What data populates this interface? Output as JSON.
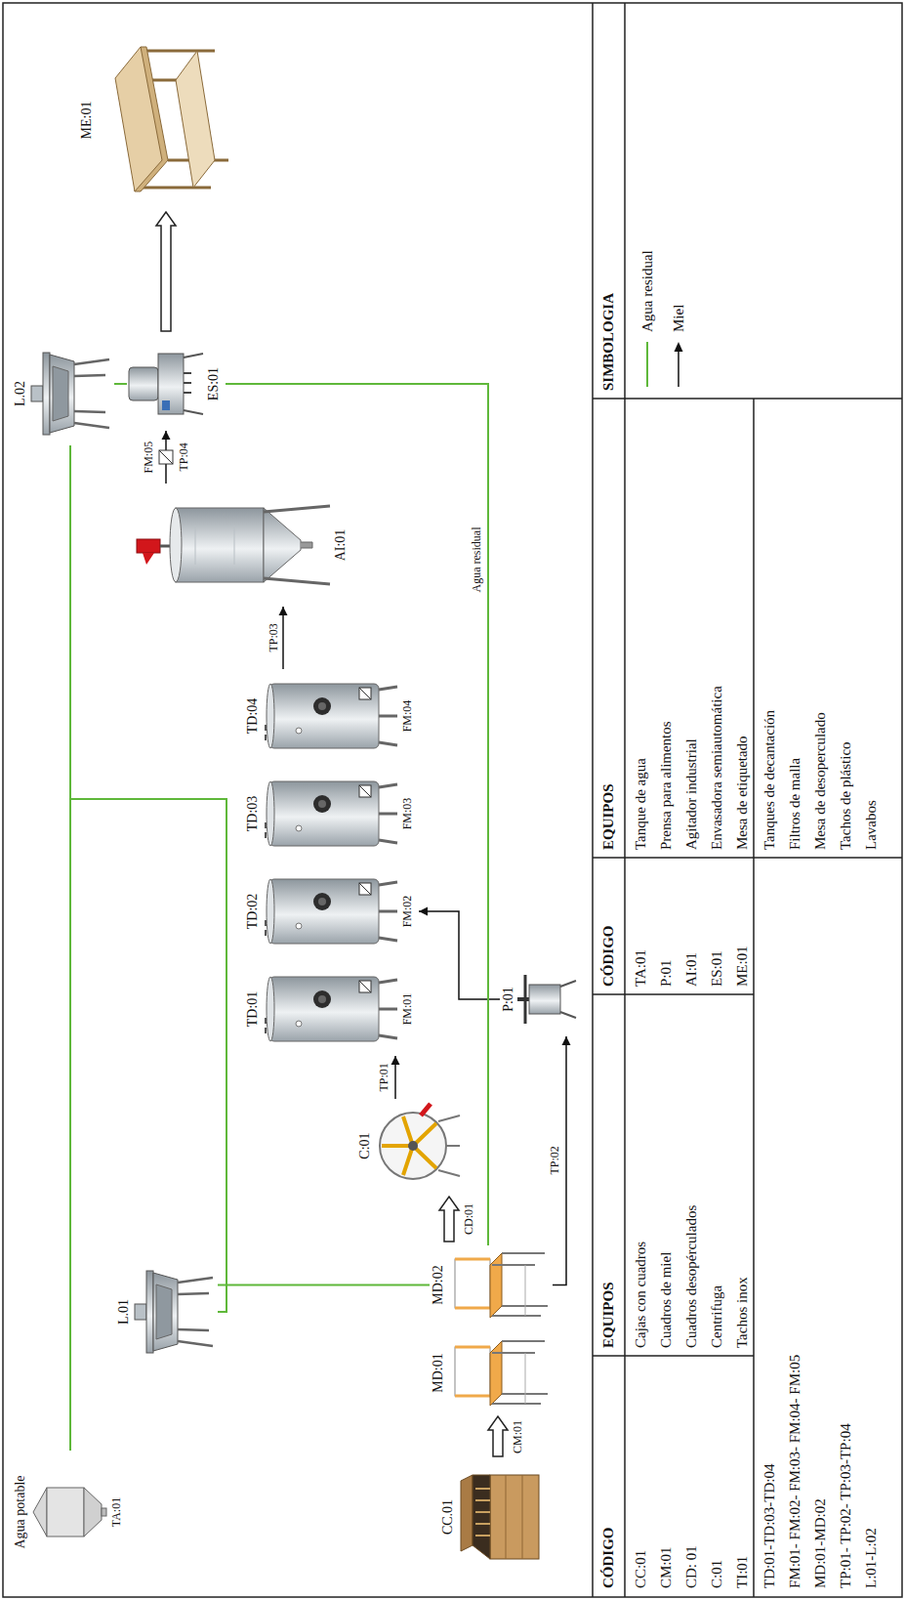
{
  "diagram": {
    "nodes": [
      {
        "text": [
          "Agua potable",
          "TA:01"
        ]
      },
      {
        "text": [
          "L.01"
        ]
      },
      {
        "text": [
          "CC.01"
        ]
      },
      {
        "text": [
          "MD:01"
        ]
      },
      {
        "text": [
          "MD:02"
        ]
      },
      {
        "text": [
          "C:01"
        ]
      },
      {
        "text": [
          "TD:01",
          "FM:01"
        ]
      },
      {
        "text": [
          "TD:02",
          "FM:02"
        ]
      },
      {
        "text": [
          "TD:03",
          "FM:03"
        ]
      },
      {
        "text": [
          "TD:04",
          "FM:04"
        ]
      },
      {
        "text": [
          "P:01"
        ]
      },
      {
        "text": [
          "AI:01"
        ]
      },
      {
        "text": [
          "L.02"
        ]
      },
      {
        "text": [
          "ES:01"
        ]
      },
      {
        "text": [
          "ME:01"
        ]
      }
    ],
    "edges": [
      {
        "from": 2,
        "to": 3,
        "arrow": "to",
        "label": "CM:01"
      },
      {
        "from": 4,
        "to": 5,
        "arrow": "to",
        "label": "CD:01"
      },
      {
        "from": 5,
        "to": 6,
        "arrow": "to",
        "label": "TP:01"
      },
      {
        "from": 4,
        "to": 10,
        "arrow": "to",
        "label": "TP:02"
      },
      {
        "from": 10,
        "to": 7,
        "arrow": "to"
      },
      {
        "from": 9,
        "to": 11,
        "arrow": "to",
        "label": "TP:03"
      },
      {
        "from": 11,
        "to": 13,
        "arrow": "to",
        "label": "TP:04"
      },
      {
        "from": 13,
        "to": 14,
        "arrow": "to"
      },
      {
        "from": 0,
        "to": 1,
        "arrow": "none"
      },
      {
        "from": 0,
        "to": 12,
        "arrow": "none"
      },
      {
        "from": 1,
        "to": 4,
        "arrow": "none"
      },
      {
        "from": 12,
        "to": 13,
        "arrow": "none"
      },
      {
        "from": 4,
        "to": 13,
        "arrow": "none",
        "label": "Agua residual"
      }
    ],
    "labels": [
      "FM:05",
      "CÓDIGO",
      "EQUIPOS",
      "CÓDIGO",
      "EQUIPOS",
      "SIMBOLOGIA",
      "CC:01",
      "CM:01",
      "CD: 01",
      "C:01",
      "TI:01",
      "Cajas con cuadros",
      "Cuadros de miel",
      "Cuadros desopérculados",
      "Centrifuga",
      "Tachos inox",
      "TA:01",
      "P:01",
      "AI:01",
      "ES:01",
      "ME:01",
      "Tanque de agua",
      "Prensa para alimentos",
      "Agitador industrial",
      "Envasadora semiautomática",
      "Mesa de etiquetado",
      "TD:01-TD:03-TD:04",
      "FM:01- FM:02- FM:03- FM:04- FM:05",
      "MD:01-MD:02",
      "TP:01- TP:02- TP:03-TP:04",
      "L:01-L:02",
      "Tanques de decantación",
      "Filtros de malla",
      "Mesa de desoperculado",
      "Tachos de plástico",
      "Lavabos"
    ],
    "legend": [
      {
        "text": "Agua residual"
      },
      {
        "text": "Miel"
      }
    ]
  }
}
